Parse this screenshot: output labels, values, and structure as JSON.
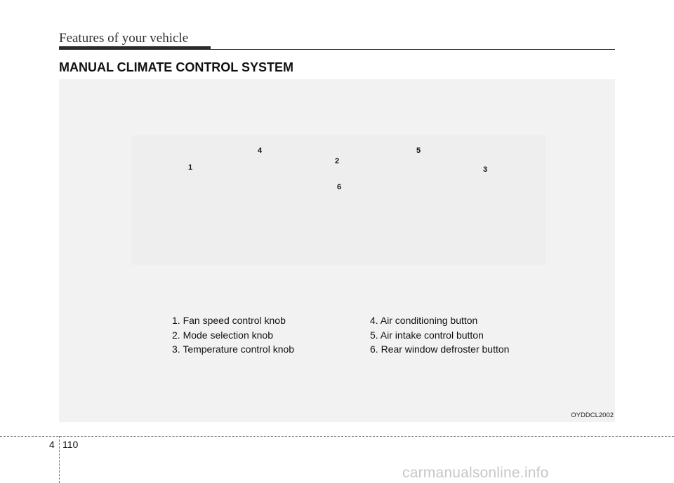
{
  "header": {
    "title": "Features of your vehicle"
  },
  "section": {
    "title": "MANUAL CLIMATE CONTROL SYSTEM"
  },
  "figure": {
    "callouts": [
      "4",
      "1",
      "2",
      "6",
      "5",
      "3"
    ],
    "legend_left": [
      "1. Fan speed control knob",
      "2. Mode selection knob",
      "3. Temperature control knob"
    ],
    "legend_right": [
      "4. Air conditioning button",
      "5. Air intake control button",
      "6. Rear window defroster button"
    ],
    "image_code": "OYDDCL2002"
  },
  "footer": {
    "chapter": "4",
    "page": "110"
  },
  "watermark": "carmanualsonline.info"
}
